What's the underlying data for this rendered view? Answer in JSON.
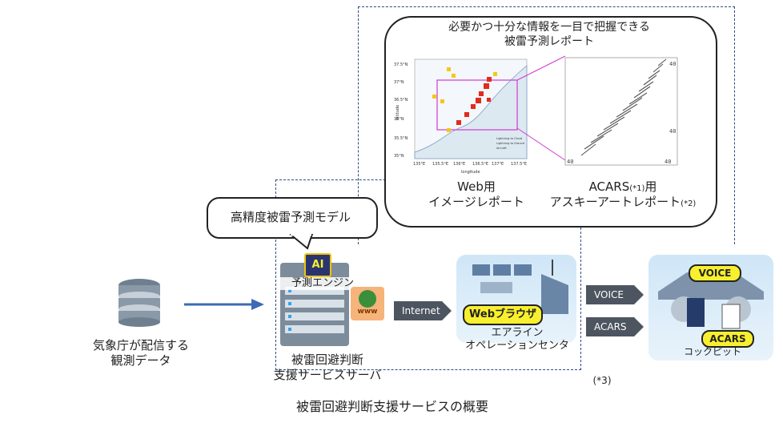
{
  "bubble_report": {
    "line1": "必要かつ十分な情報を一目で把握できる",
    "line2": "被雷予測レポート"
  },
  "web_report": {
    "line1": "Web用",
    "line2": "イメージレポート"
  },
  "acars_report": {
    "line1_prefix": "ACARS",
    "line1_sup": "(*1)",
    "line1_suffix": "用",
    "line2": "アスキーアートレポート",
    "note": "(*2)"
  },
  "map_chart": {
    "y_ticks": [
      "37.5°N",
      "37°N",
      "36.5°N",
      "36°N",
      "35.5°N",
      "35°N"
    ],
    "x_ticks": [
      "135°E",
      "135.5°E",
      "136°E",
      "136.5°E",
      "137°E",
      "137.5°E"
    ],
    "xlabel": "longitude",
    "ylabel": "latitude",
    "legend": [
      "Lightning to Cloud",
      "Lightning to Ground",
      "Aircraft"
    ]
  },
  "ascii_chart": {
    "corner_top": "40",
    "corner_bottom_left": "40",
    "corner_bottom_right": "40",
    "corner_mid_right": "40"
  },
  "model_bubble": {
    "text": "高精度被雷予測モデル"
  },
  "data_source": {
    "line1": "気象庁が配信する",
    "line2": "観測データ"
  },
  "server": {
    "ai_label": "AI",
    "engine_label": "予測エンジン",
    "www_label": "www",
    "line1": "被雷回避判断",
    "line2": "支援サービスサーバ"
  },
  "internet_label": "Internet",
  "airline": {
    "browser_label": "Webブラウザ",
    "line1": "エアライン",
    "line2": "オペレーションセンタ"
  },
  "voice_label": "VOICE",
  "acars_label": "ACARS",
  "cockpit": {
    "voice_tag": "VOICE",
    "acars_tag": "ACARS",
    "label": "コックピット"
  },
  "note3": "(*3)",
  "caption": "被雷回避判断支援サービスの概要",
  "colors": {
    "dash": "#2f4a86",
    "arrow": "#3c6ab4",
    "chevron": "#4d5560",
    "tag": "#f8ef2f"
  }
}
